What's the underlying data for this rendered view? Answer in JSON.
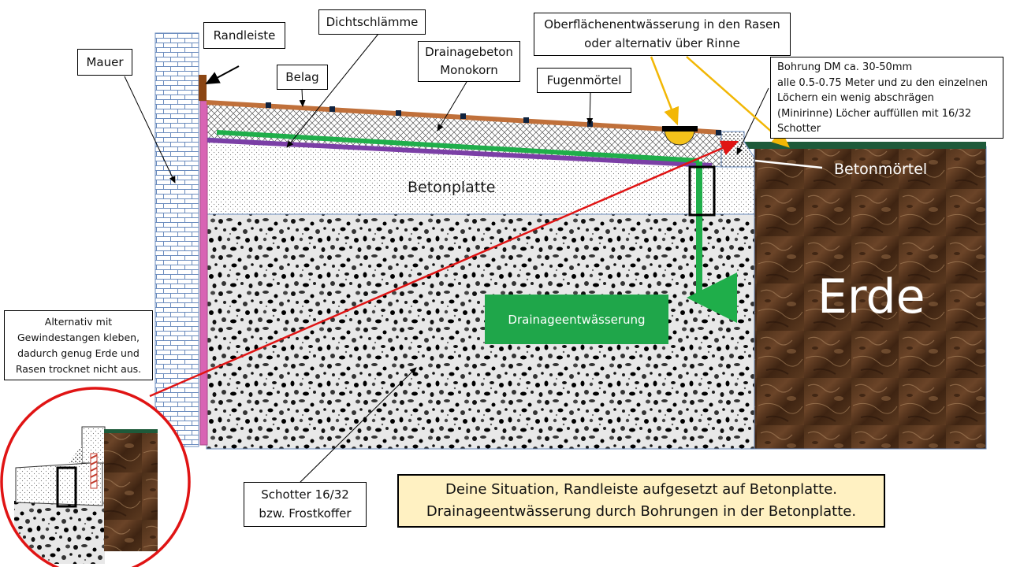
{
  "labels": {
    "mauer": "Mauer",
    "randleiste": "Randleiste",
    "dichtschlaemme": "Dichtschlämme",
    "belag": "Belag",
    "drainagebeton": "Drainagebeton\nMonokorn",
    "fugenmoertel": "Fugenmörtel",
    "oberflaeche": "Oberflächenentwässerung in den Rasen\noder alternativ über Rinne",
    "bohrung": "Bohrung DM ca. 30-50mm\nalle 0.5-0.75 Meter und zu den einzelnen\nLöchern ein wenig abschrägen\n(Minirinne) Löcher auffüllen mit 16/32\nSchotter",
    "betonmoertel": "Betonmörtel",
    "betonplatte": "Betonplatte",
    "erde": "Erde",
    "drainage": "Drainageentwässerung",
    "alternativ": "Alternativ mit\nGewindestangen kleben,\ndadurch genug Erde und\nRasen trocknet nicht aus.",
    "schotter": "Schotter 16/32\nbzw. Frostkoffer",
    "situation": "Deine Situation, Randleiste aufgesetzt auf Betonplatte.\nDrainageentwässerung durch Bohrungen in der Betonplatte."
  },
  "colors": {
    "randleiste": "#8B4513",
    "belag": "#c0703a",
    "dichtschlaemme": "#7b3fa6",
    "drainage_line": "#1fae4a",
    "drainage_box": "#1fa64a",
    "pink_strip": "#d864b4",
    "erde": "#5a3a22",
    "detail_circle": "#e01414",
    "red_line": "#e01414",
    "yellow_arrow": "#f2b705",
    "situation_bg": "#fff1c2"
  },
  "icons": {
    "drain_pipe": "drain-pipe-icon",
    "brick_wall": "brick-wall-icon"
  }
}
